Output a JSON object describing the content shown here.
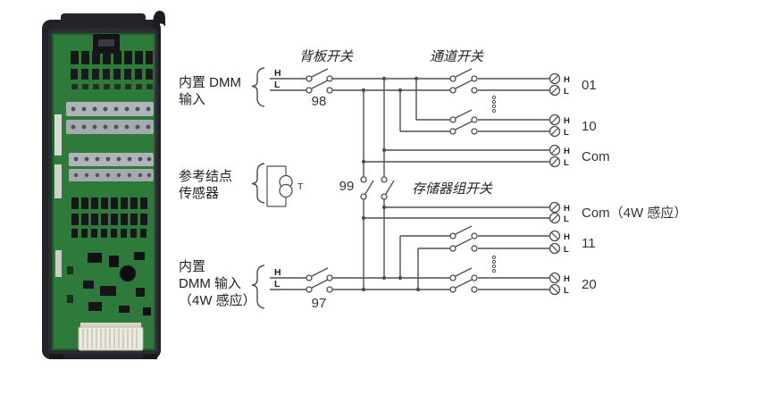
{
  "colors": {
    "background": "#ffffff",
    "line": "#4f4f4f",
    "text": "#222222",
    "pcb_green": "#2d7a3b",
    "housing_black": "#232329"
  },
  "module_photo": {
    "description_icon": "plugin-multiplexer-module-photo"
  },
  "diagram": {
    "section_labels": {
      "backplane_switch": "背板开关",
      "channel_switch": "通道开关",
      "bank_switch": "存储器组开关"
    },
    "left_labels": {
      "dmm_input": [
        "内置 DMM",
        "输入"
      ],
      "ref_junction": [
        "参考结点",
        "传感器"
      ],
      "dmm_input_4w": [
        "内置",
        "DMM 输入",
        "（4W 感应）"
      ]
    },
    "switch_ids": {
      "backplane": "98",
      "bank": "99",
      "sense": "97"
    },
    "stub_labels": {
      "h": "H",
      "l": "L"
    },
    "sensor": {
      "label": "T"
    },
    "terminals": [
      {
        "id": "01",
        "h": "H",
        "l": "L"
      },
      {
        "id": "10",
        "h": "H",
        "l": "L"
      },
      {
        "id": "Com",
        "h": "H",
        "l": "L"
      },
      {
        "id": "Com（4W 感应）",
        "h": "H",
        "l": "L"
      },
      {
        "id": "11",
        "h": "H",
        "l": "L"
      },
      {
        "id": "20",
        "h": "H",
        "l": "L"
      }
    ]
  }
}
